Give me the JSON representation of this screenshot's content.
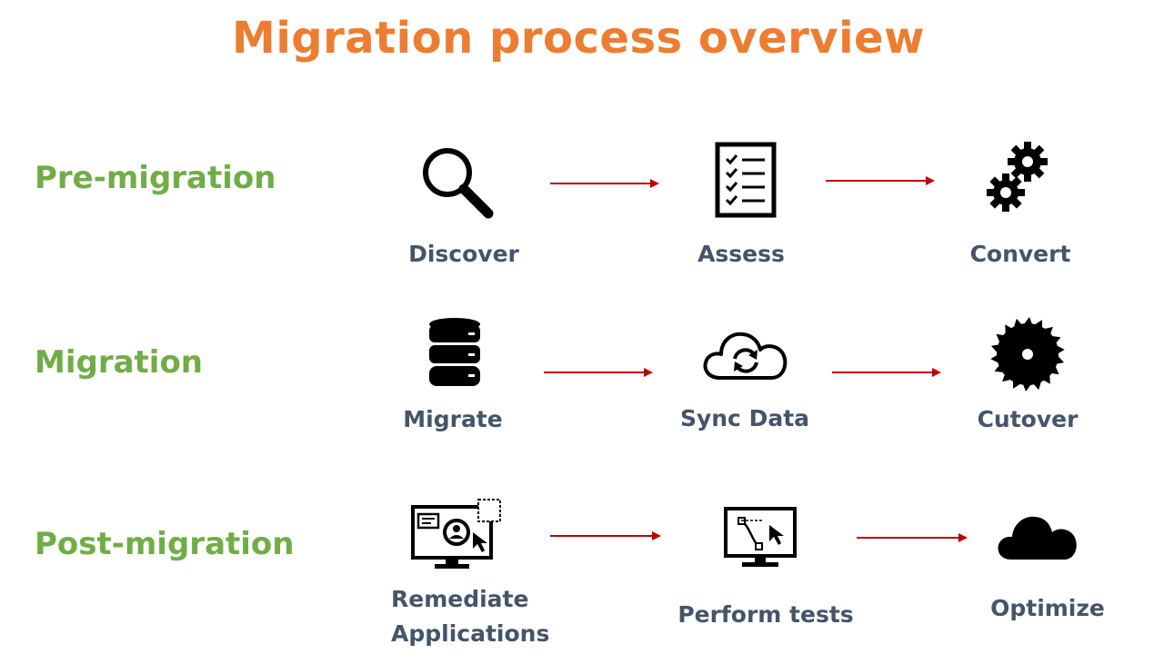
{
  "title": "Migration process overview",
  "colors": {
    "title": "#ed7d31",
    "phase": "#70ad47",
    "label": "#44546a",
    "arrow": "#c00000"
  },
  "phases": [
    {
      "label": "Pre-migration",
      "steps": [
        {
          "label": "Discover",
          "icon": "magnifier-icon"
        },
        {
          "label": "Assess",
          "icon": "checklist-icon"
        },
        {
          "label": "Convert",
          "icon": "gears-icon"
        }
      ]
    },
    {
      "label": "Migration",
      "steps": [
        {
          "label": "Migrate",
          "icon": "database-icon"
        },
        {
          "label": "Sync Data",
          "icon": "cloud-sync-icon"
        },
        {
          "label": "Cutover",
          "icon": "saw-blade-icon"
        }
      ]
    },
    {
      "label": "Post-migration",
      "steps": [
        {
          "label": "Remediate\nApplications",
          "icon": "monitor-remediate-icon"
        },
        {
          "label": "Perform tests",
          "icon": "monitor-test-icon"
        },
        {
          "label": "Optimize",
          "icon": "cloud-icon"
        }
      ]
    }
  ]
}
